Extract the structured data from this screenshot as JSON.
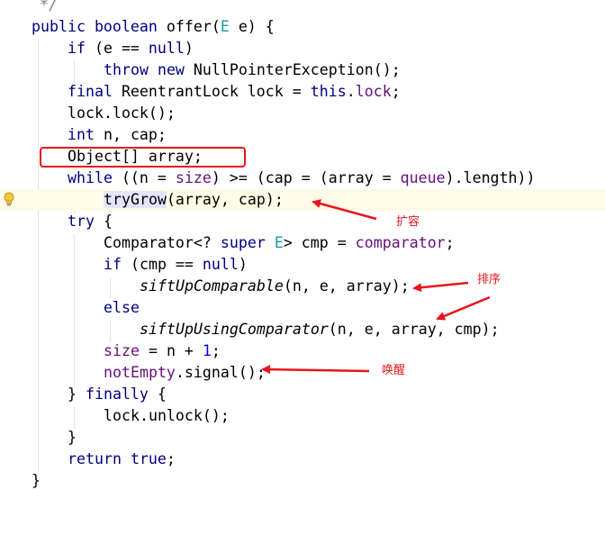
{
  "code": {
    "comment_end": "*/",
    "method_signature": [
      "public",
      " boolean ",
      "offer(",
      "E",
      " e) {"
    ],
    "if_null": [
      "if",
      " (e == ",
      "null",
      ")"
    ],
    "throw_line": [
      "throw",
      " ",
      "new",
      " NullPointerException();"
    ],
    "final_lock": [
      "final",
      " ReentrantLock lock = ",
      "this",
      ".",
      "lock",
      ";"
    ],
    "lock_call": "lock.lock();",
    "int_line": [
      "int",
      " n, cap;"
    ],
    "object_array": "Object[] array;",
    "while_line": [
      "while",
      " ((n = ",
      "size",
      ") >= (cap = (array = ",
      "queue",
      ").length))"
    ],
    "trygrow_line": [
      "tryGrow",
      "(array, cap);"
    ],
    "try_line": [
      "try",
      " {"
    ],
    "comparator_line": [
      "Comparator<? ",
      "super",
      " ",
      "E",
      "> cmp = ",
      "comparator",
      ";"
    ],
    "if_cmp": [
      "if",
      " (cmp == ",
      "null",
      ")"
    ],
    "sift_comparable": [
      "siftUpComparable",
      "(n, e, array);"
    ],
    "else_line": "else",
    "sift_comparator": [
      "siftUpUsingComparator",
      "(n, e, array, cmp);"
    ],
    "size_line": [
      "size",
      " = n + ",
      "1",
      ";"
    ],
    "signal_line": [
      "notEmpty",
      ".signal();"
    ],
    "finally_line": [
      "} ",
      "finally",
      " {"
    ],
    "unlock_line": "lock.unlock();",
    "close_brace": "}",
    "return_line": [
      "return",
      " ",
      "true",
      ";"
    ],
    "method_close": "}"
  },
  "annotations": {
    "expand": "扩容",
    "sort": "排序",
    "wakeup": "唤醒"
  },
  "colors": {
    "keyword": "#000080",
    "field": "#660e7a",
    "type_param": "#20999d",
    "number": "#0000ff",
    "annotation": "#e8141c",
    "highlight_line": "#fffbe6"
  }
}
